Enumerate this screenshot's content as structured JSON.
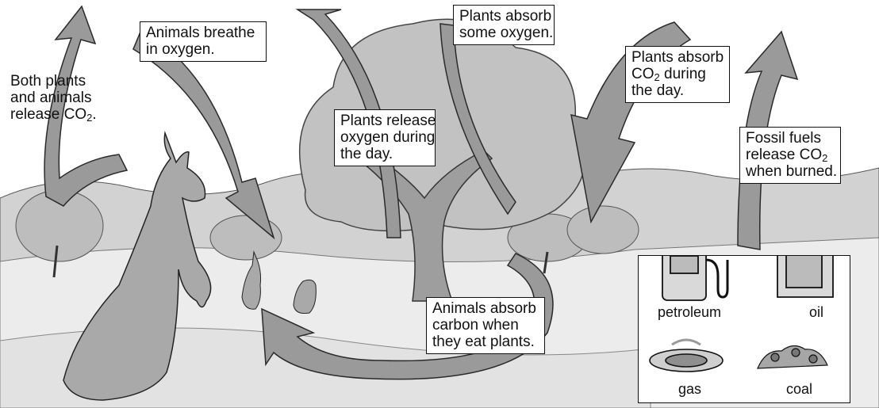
{
  "labels": {
    "both_release": [
      "Both plants",
      "and animals",
      "release CO",
      "2",
      "."
    ],
    "animals_breathe": [
      "Animals breathe",
      "in oxygen."
    ],
    "plants_absorb_oxygen": [
      "Plants absorb",
      "some oxygen."
    ],
    "plants_absorb_co2": [
      "Plants absorb",
      "CO",
      "2",
      " during",
      "the day."
    ],
    "plants_release_oxygen": [
      "Plants release",
      "oxygen during",
      "the day."
    ],
    "fossil_fuels": [
      "Fossil fuels",
      "release CO",
      "2",
      "when burned."
    ],
    "animals_absorb_carbon": [
      "Animals absorb",
      "carbon when",
      "they eat plants."
    ]
  },
  "fuels": {
    "petroleum": "petroleum",
    "oil": "oil",
    "gas": "gas",
    "coal": "coal"
  },
  "colors": {
    "arrow_fill": "#9a9a9a",
    "arrow_stroke": "#2a2a2a",
    "ink": "#111111",
    "ground": "#e8e8e8",
    "hills": "#c8c8c8",
    "foliage": "#b8b8b8"
  }
}
